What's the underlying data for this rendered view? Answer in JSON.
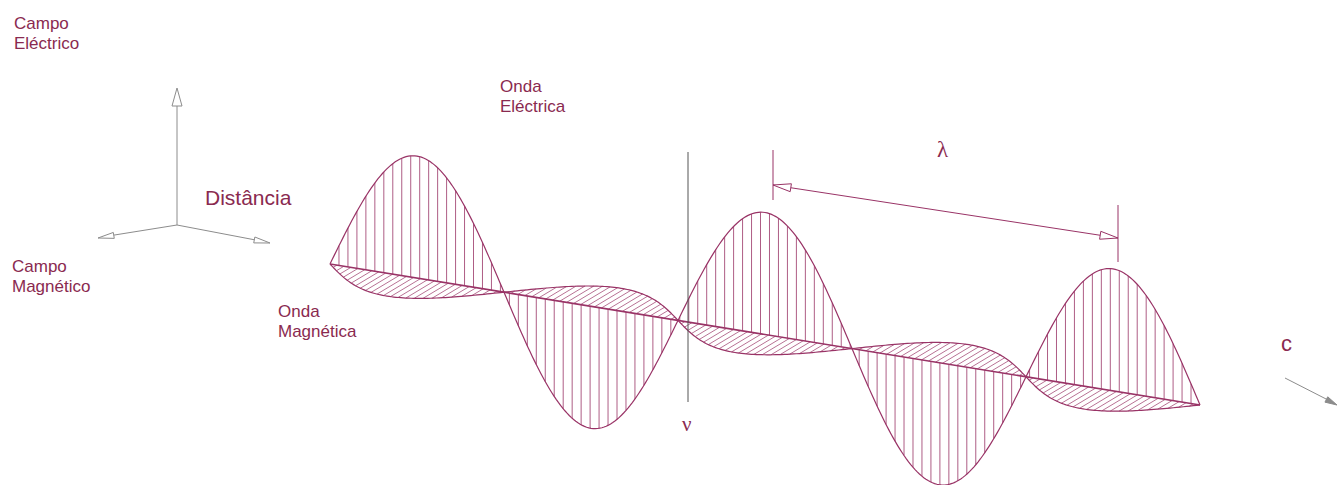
{
  "diagram": {
    "labels": [
      "Campo Eléctrico",
      "Distância",
      "Campo Magnético",
      "Onda Eléctrica",
      "Onda Magnética",
      "λ",
      "ν",
      "c"
    ]
  }
}
